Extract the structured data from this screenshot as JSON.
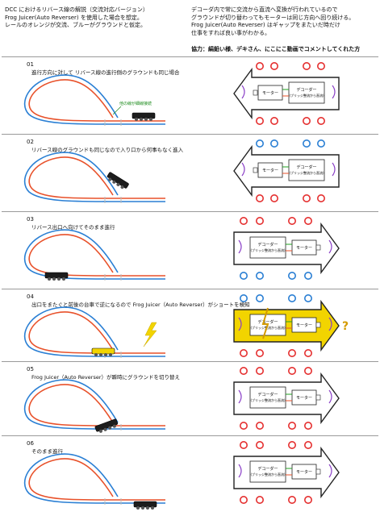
{
  "header": {
    "left_lines": [
      "DCC におけるリバース線の解説（交流対応バージョン）",
      "Frog Juicer(Auto Reverser) を使用した場合を想定。",
      "レールのオレンジが交流、ブルーがグラウンドと仮定。"
    ],
    "right_lines": [
      "デコーダ内で常に交流から直流へ変換が行われているので",
      "グラウンドが切り替わってもモーターは同じ方向へ回り続ける。",
      "Frog Juicer(Auto Reverser) はギャップをまたいだ時だけ",
      "仕事をすれば良い事がわかる。"
    ],
    "credit": "協力：絹鉛い様、デキさん、にこにこ動画でコメントしてくれた方"
  },
  "labels": {
    "motor": "モーター",
    "decoder_line1": "デコーダー",
    "decoder_line2": "(ブリッジ整流から直流)",
    "gap": "他の線が細線接続",
    "question": "?"
  },
  "colors": {
    "ac": "#e8512a",
    "ground": "#2a7fd4",
    "short": "#f2d400",
    "ring_red": "#e53030",
    "ring_blue": "#2a7fd4",
    "arrow_green": "#22a022",
    "arrow_purple": "#8a3fc7"
  },
  "sections": [
    {
      "num": "01",
      "desc": "進行方向に対して リバース線の進行側のグラウンドも同じ場合",
      "direction": "left",
      "top_rings": "red",
      "bottom_rings": "red",
      "short": false
    },
    {
      "num": "02",
      "desc": "リバース線のグラウンドも同じなので入り口から何事もなく進入",
      "direction": "left",
      "top_rings": "blue",
      "bottom_rings": "red",
      "short": false
    },
    {
      "num": "03",
      "desc": "リバース出口へ向けてそのまま進行",
      "direction": "right",
      "top_rings": "red",
      "bottom_rings": "blue",
      "short": false
    },
    {
      "num": "04",
      "desc": "出口をまたぐと前後の台車で逆になるので Frog Juicer（Auto Reverser）がショートを検知",
      "direction": "right",
      "top_rings": "blue",
      "bottom_rings": "red",
      "short": true
    },
    {
      "num": "05",
      "desc": "Frog Juicer（Auto Reverser）が瞬時にグラウンドを切り替え",
      "direction": "right",
      "top_rings": "red",
      "bottom_rings": "red",
      "short": false
    },
    {
      "num": "06",
      "desc": "そのまま進行",
      "direction": "right",
      "top_rings": "red",
      "bottom_rings": "red",
      "short": false
    }
  ]
}
